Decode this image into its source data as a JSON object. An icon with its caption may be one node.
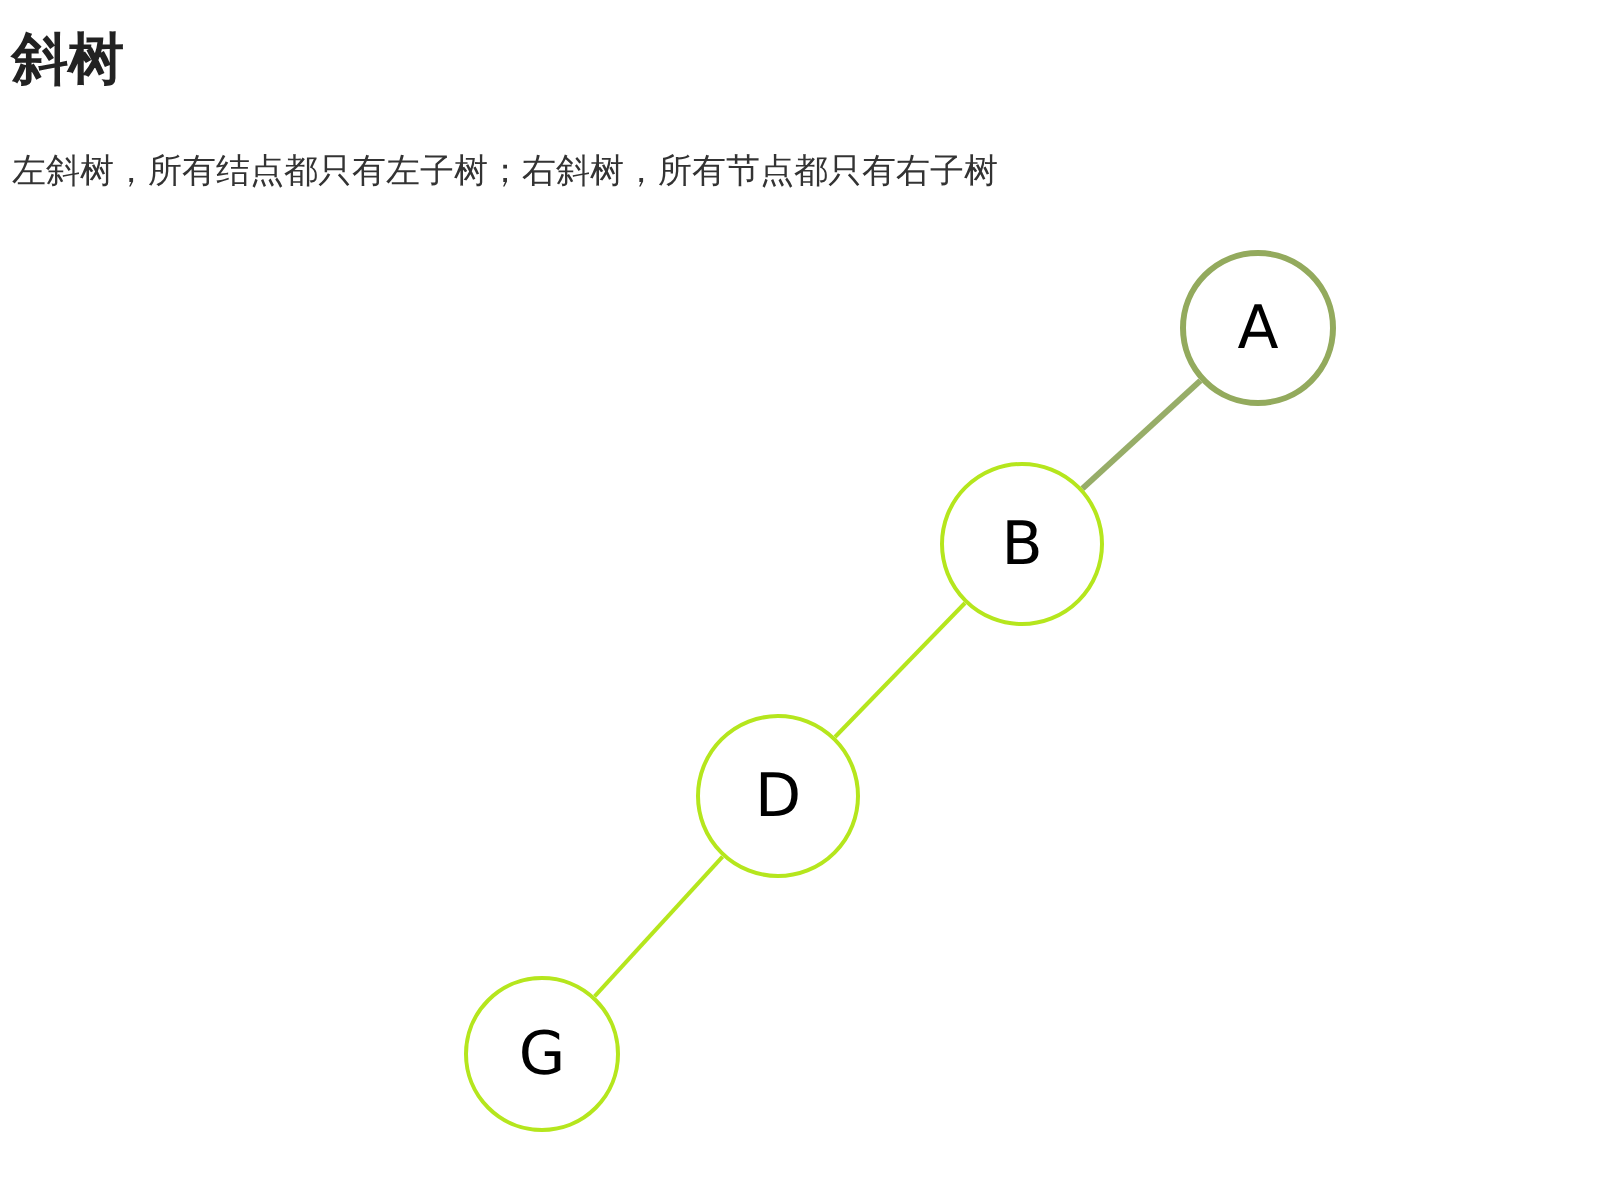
{
  "diagram": {
    "title": "斜树",
    "nodes": [
      {
        "text": [
          "A"
        ]
      },
      {
        "text": [
          "B"
        ]
      },
      {
        "text": [
          "D"
        ]
      },
      {
        "text": [
          "G"
        ]
      }
    ],
    "edges": [
      {
        "from": 0,
        "to": 1,
        "arrow": "none",
        "color": "#97ad68"
      },
      {
        "from": 1,
        "to": 2,
        "arrow": "none"
      },
      {
        "from": 2,
        "to": 3,
        "arrow": "none"
      }
    ],
    "labels": [
      "左斜树，所有结点都只有左子树；右斜树，所有节点都只有右子树"
    ]
  }
}
